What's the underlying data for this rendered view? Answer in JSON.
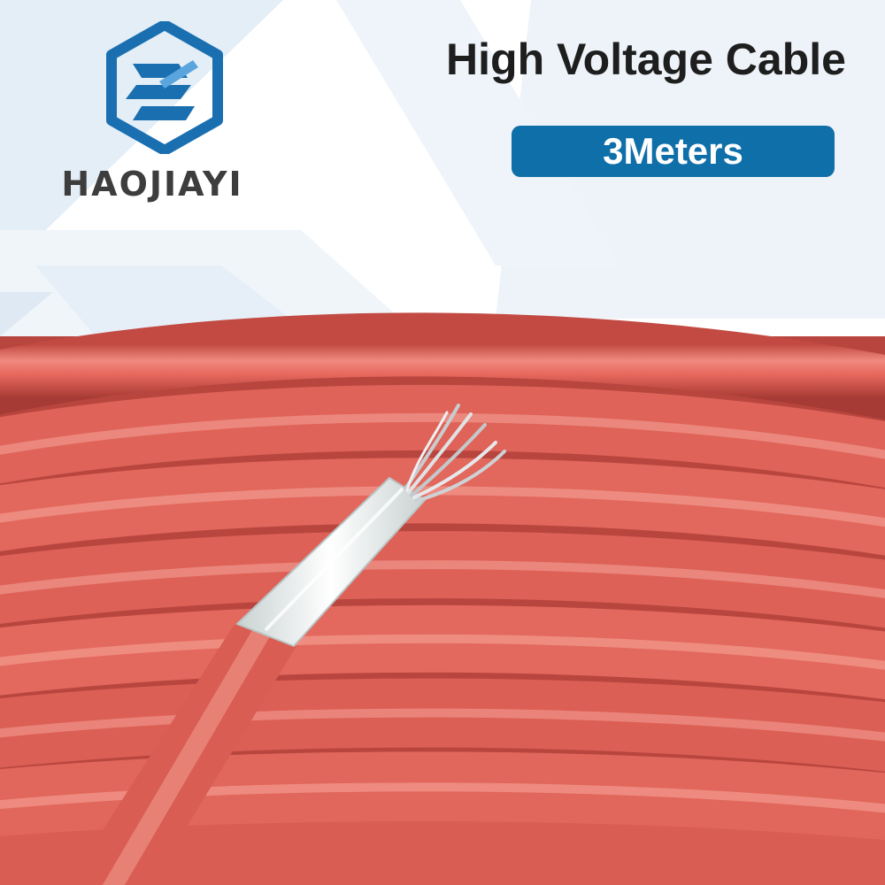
{
  "brand": {
    "name": "HAOJIAYI",
    "logo_icon": "hexagon-e-logo-icon",
    "logo_color": "#1a6fb0"
  },
  "headline": {
    "title": "High Voltage Cable",
    "length_badge": "3Meters",
    "badge_color": "#0f6fa8"
  },
  "product": {
    "cable_color": "#e8685e",
    "insulation_color": "#eef2f2",
    "conductor": "stranded-wire-icon"
  }
}
